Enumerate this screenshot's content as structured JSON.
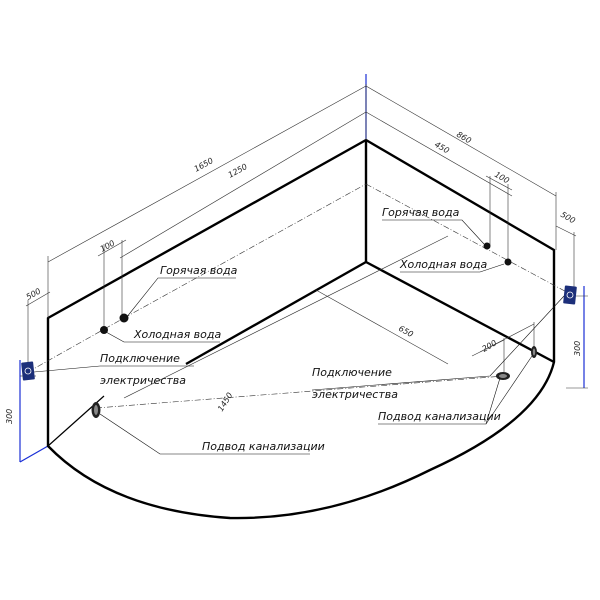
{
  "dimensions": {
    "d1650": "1650",
    "d1250": "1250",
    "d100_left": "100",
    "d500_left": "500",
    "d300_left": "300",
    "d860": "860",
    "d450": "450",
    "d100_right": "100",
    "d500_right": "500",
    "d300_right": "300",
    "d650": "650",
    "d1450": "1450",
    "d200": "200"
  },
  "labels": {
    "hot_water_left": "Горячая вода",
    "cold_water_left": "Холодная вода",
    "electric_left_1": "Подключение",
    "electric_left_2": "электричества",
    "drain_left": "Подвод канализации",
    "hot_water_right": "Горячая вода",
    "cold_water_right": "Холодная вода",
    "electric_right_1": "Подключение",
    "electric_right_2": "электричества",
    "drain_right": "Подвод канализации"
  },
  "colors": {
    "axis_blue": "#1a2fd6",
    "outline": "#000000",
    "socket": "#1c2f7a"
  }
}
